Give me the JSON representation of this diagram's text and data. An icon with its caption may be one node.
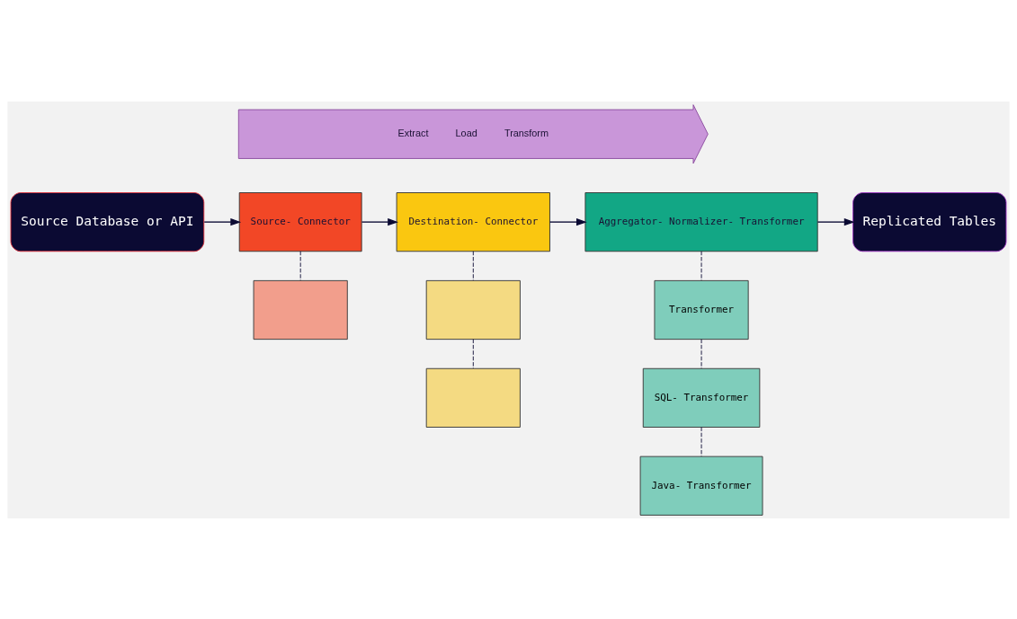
{
  "diagram": {
    "nodes": [
      {
        "text": [
          "Extract",
          "Load",
          "Transform"
        ]
      },
      {
        "text": [
          "Source Database or API"
        ]
      },
      {
        "text": [
          "Source- Connector"
        ]
      },
      {
        "text": [
          "Destination- Connector"
        ]
      },
      {
        "text": [
          "Aggregator- Normalizer- Transformer"
        ]
      },
      {
        "text": [
          "Replicated Tables"
        ]
      },
      {
        "text": [],
        "shape": "box"
      },
      {
        "text": [],
        "shape": "box"
      },
      {
        "text": [],
        "shape": "box"
      },
      {
        "text": [
          "Transformer"
        ]
      },
      {
        "text": [
          "SQL- Transformer"
        ]
      },
      {
        "text": [
          "Java- Transformer"
        ]
      }
    ],
    "edges": [
      {
        "from": 1,
        "to": 2,
        "arrow": "to"
      },
      {
        "from": 2,
        "to": 3,
        "arrow": "to"
      },
      {
        "from": 3,
        "to": 4,
        "arrow": "to"
      },
      {
        "from": 4,
        "to": 5,
        "arrow": "to"
      },
      {
        "from": 2,
        "to": 6,
        "arrow": "none",
        "style": "dashed"
      },
      {
        "from": 3,
        "to": 7,
        "arrow": "none",
        "style": "dashed"
      },
      {
        "from": 7,
        "to": 8,
        "arrow": "none",
        "style": "dashed"
      },
      {
        "from": 4,
        "to": 9,
        "arrow": "none",
        "style": "dashed"
      },
      {
        "from": 9,
        "to": 10,
        "arrow": "none",
        "style": "dashed"
      },
      {
        "from": 10,
        "to": 11,
        "arrow": "none",
        "style": "dashed"
      }
    ]
  }
}
